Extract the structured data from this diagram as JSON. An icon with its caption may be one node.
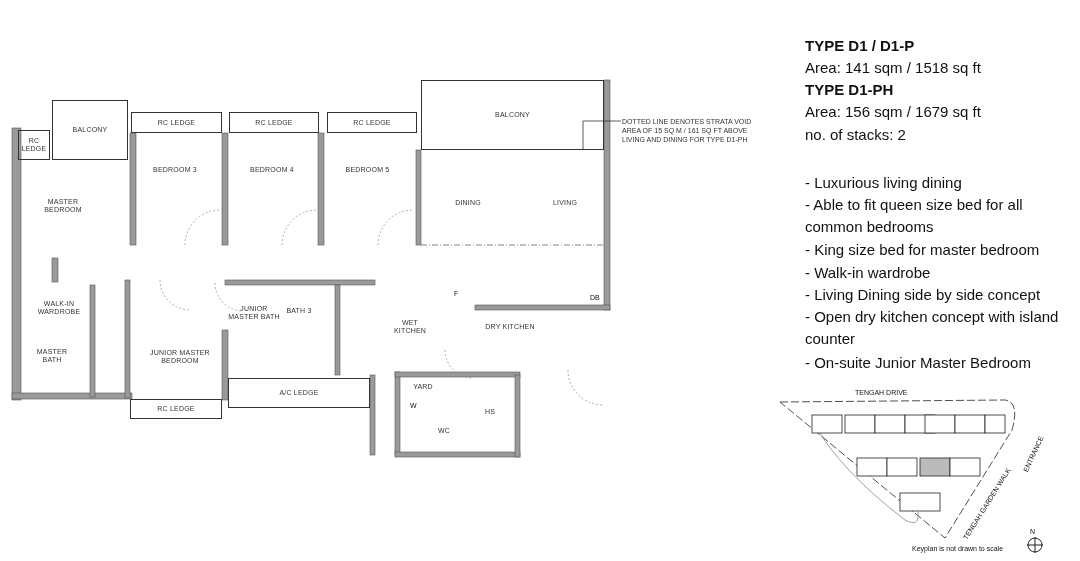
{
  "diagram": {
    "nodes": [
      {
        "text": [
          "RC LEDGE"
        ]
      },
      {
        "text": [
          "BALCONY"
        ]
      },
      {
        "text": [
          "RC LEDGE"
        ]
      },
      {
        "text": [
          "RC LEDGE"
        ]
      },
      {
        "text": [
          "RC LEDGE"
        ]
      },
      {
        "text": [
          "BALCONY"
        ]
      },
      {
        "text": [
          "BEDROOM 3"
        ]
      },
      {
        "text": [
          "BEDROOM 4"
        ]
      },
      {
        "text": [
          "BEDROOM 5"
        ]
      },
      {
        "text": [
          "MASTER BEDROOM"
        ]
      },
      {
        "text": [
          "DINING"
        ]
      },
      {
        "text": [
          "LIVING"
        ]
      },
      {
        "text": [
          "WALK-IN WARDROBE"
        ]
      },
      {
        "text": [
          "JUNIOR MASTER BATH"
        ]
      },
      {
        "text": [
          "BATH 3"
        ]
      },
      {
        "text": [
          "WET KITCHEN"
        ]
      },
      {
        "text": [
          "DRY KITCHEN"
        ]
      },
      {
        "text": [
          "MASTER BATH"
        ]
      },
      {
        "text": [
          "JUNIOR MASTER BEDROOM"
        ]
      },
      {
        "text": [
          "RC LEDGE"
        ]
      },
      {
        "text": [
          "A/C LEDGE"
        ]
      },
      {
        "text": [
          "YARD"
        ]
      },
      {
        "text": [
          "WC"
        ]
      },
      {
        "text": [
          "HS"
        ]
      },
      {
        "text": [
          "DOTTED LINE DENOTES STRATA VOID AREA OF 15 SQ M / 161 SQ FT ABOVE LIVING AND DINING FOR TYPE D1-PH"
        ]
      }
    ],
    "edges": [
      {
        "from": 24,
        "to": 5,
        "arrow": "none"
      }
    ],
    "labels": [
      "TYPE D1 / D1-P",
      "Area: 141 sqm / 1518 sq ft",
      "TYPE D1-PH",
      "Area: 156 sqm / 1679 sq ft",
      "no. of stacks: 2",
      "- Luxurious living dining",
      "- Able to fit queen size bed for all common bedrooms",
      "- King size bed for master bedroom",
      "- Walk-in wardrobe",
      "- Living Dining side by side concept",
      "- Open dry kitchen concept with island counter",
      "- On-suite Junior Master Bedroom",
      "F",
      "W",
      "DB",
      "TENGAH DRIVE",
      "ENTRANCE",
      "TENGAH GARDEN WALK",
      "Keyplan is not drawn to scale",
      "N"
    ]
  }
}
